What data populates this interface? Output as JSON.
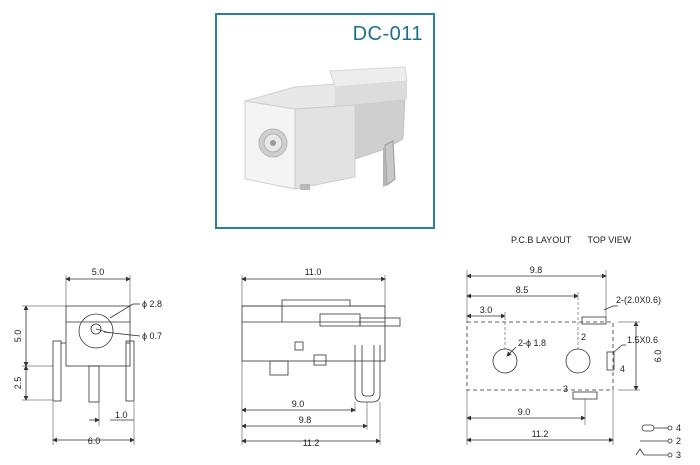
{
  "product": {
    "model": "DC-011",
    "icon": "dc-power-jack-photo"
  },
  "pcb_layout": {
    "label": "P.C.B LAYOUT",
    "view": "TOP VIEW"
  },
  "front_view": {
    "width_top": "5.0",
    "height_left": "5.0",
    "pin_height": "2.5",
    "hole_dia": "ϕ 2.8",
    "pin_dia": "ϕ 0.7",
    "pin_pitch": "1.0",
    "width_bottom": "6.0"
  },
  "side_view": {
    "length_top": "11.0",
    "dim_a": "9.0",
    "dim_b": "9.8",
    "dim_c": "11.2"
  },
  "layout_view": {
    "w_98": "9.8",
    "w_85": "8.5",
    "w_30": "3.0",
    "slot_2": "2-(2.0X0.6)",
    "holes": "2-ϕ 1.8",
    "slot_15": "1.5X0.6",
    "pin_label_2": "2",
    "pin_label_3": "3",
    "pin_label_4": "4",
    "height_60": "6.0",
    "w_90": "9.0",
    "w_112": "11.2"
  },
  "schematic": {
    "pin4": "4",
    "pin2": "2",
    "pin3": "3"
  }
}
